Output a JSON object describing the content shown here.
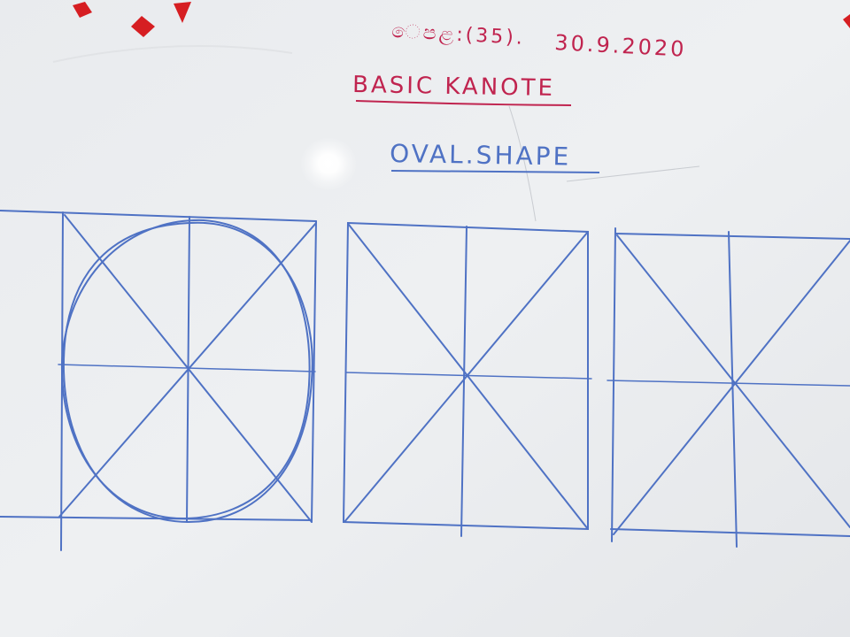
{
  "board": {
    "header_line": "ෙපළ:(35).",
    "date": "30.9.2020",
    "subject_title": "BASIC KANOTE",
    "lesson_title": "OVAL.SHAPE"
  },
  "colors": {
    "whiteboard": "#eceef0",
    "marker_blue": "#4f72c4",
    "marker_red": "#c0244f",
    "magnet_red": "#d61e22",
    "glare": "#ffffff"
  },
  "drawings": [
    {
      "name": "construction-frame-with-oval",
      "contains_oval": true
    },
    {
      "name": "construction-frame",
      "contains_oval": false
    },
    {
      "name": "construction-frame",
      "contains_oval": false
    }
  ]
}
